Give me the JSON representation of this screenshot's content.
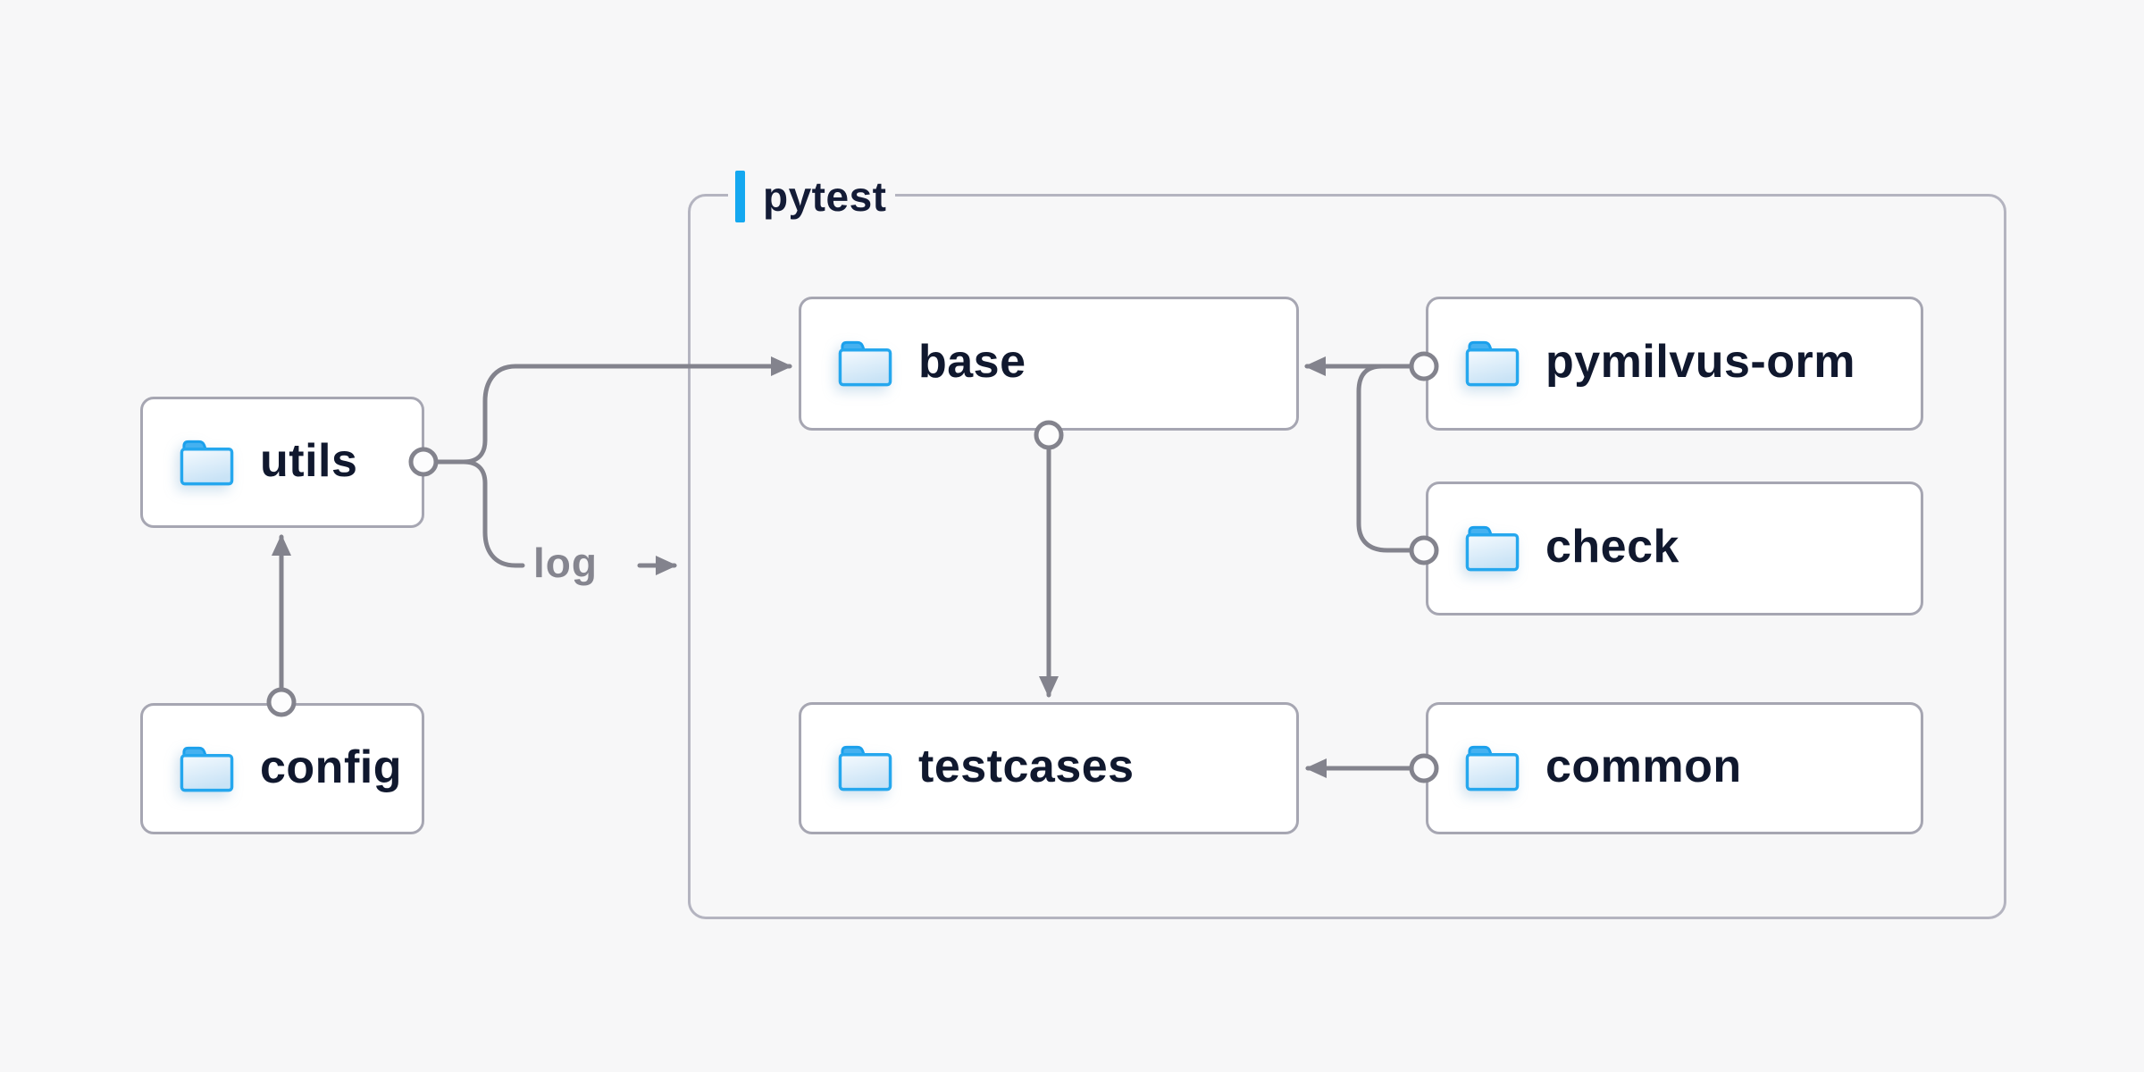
{
  "diagram": {
    "group": {
      "label": "pytest"
    },
    "nodes": {
      "utils": {
        "label": "utils"
      },
      "config": {
        "label": "config"
      },
      "base": {
        "label": "base"
      },
      "testcases": {
        "label": "testcases"
      },
      "pymilvus_orm": {
        "label": "pymilvus-orm"
      },
      "check": {
        "label": "check"
      },
      "common": {
        "label": "common"
      }
    },
    "edge_label": {
      "text": "log"
    },
    "edges": [
      {
        "from": "config",
        "to": "utils",
        "type": "arrow"
      },
      {
        "from": "utils",
        "to": "base",
        "type": "arrow"
      },
      {
        "from": "utils",
        "to": "log",
        "type": "arrow-out-of-group",
        "label": "log"
      },
      {
        "from": "base",
        "to": "testcases",
        "type": "arrow"
      },
      {
        "from": "pymilvus-orm",
        "to": "base",
        "type": "arrow"
      },
      {
        "from": "check",
        "to": "base",
        "type": "arrow-merged"
      },
      {
        "from": "common",
        "to": "testcases",
        "type": "arrow"
      }
    ],
    "colors": {
      "background": "#f7f7f8",
      "node_fill": "#ffffff",
      "node_border": "#a6a6b2",
      "group_border": "#b4b4c0",
      "line": "#83838d",
      "accent_blue": "#14a8f0",
      "folder_blue": "#25a7ee",
      "text_dark": "#10182e",
      "text_muted": "#85858f"
    }
  }
}
